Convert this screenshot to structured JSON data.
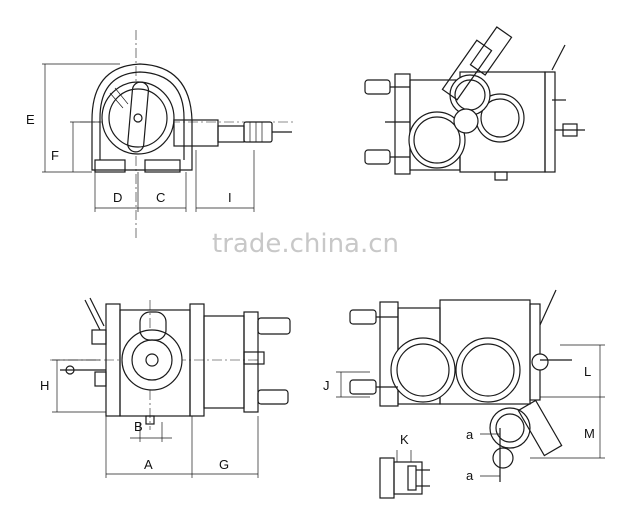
{
  "watermark": "trade.china.cn",
  "labels": {
    "E": "E",
    "F": "F",
    "D": "D",
    "C": "C",
    "I": "I",
    "H": "H",
    "B": "B",
    "A": "A",
    "G": "G",
    "J": "J",
    "K": "K",
    "L": "L",
    "M": "M",
    "a1": "a",
    "a2": "a"
  }
}
